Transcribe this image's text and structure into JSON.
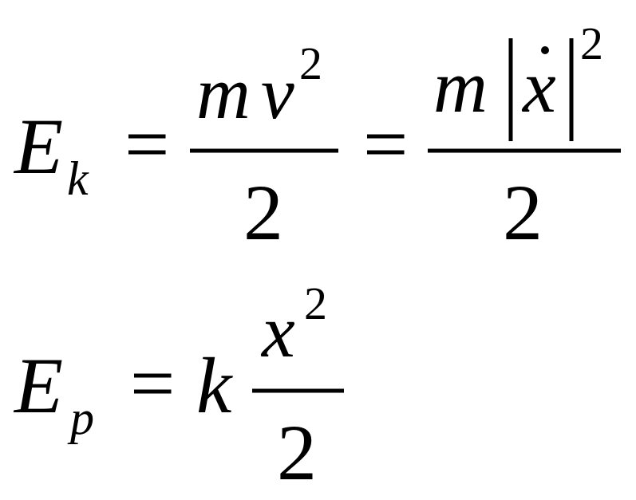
{
  "equations": {
    "kinetic": {
      "lhs_symbol": "E",
      "lhs_subscript": "k",
      "equals": "=",
      "term1": {
        "numerator_mass": "m",
        "numerator_velocity": "v",
        "numerator_exponent": "2",
        "denominator": "2"
      },
      "equals2": "=",
      "term2": {
        "numerator_mass": "m",
        "numerator_variable": "x",
        "numerator_exponent": "2",
        "denominator": "2"
      }
    },
    "potential": {
      "lhs_symbol": "E",
      "lhs_subscript": "p",
      "equals": "=",
      "coefficient": "k",
      "numerator_variable": "x",
      "numerator_exponent": "2",
      "denominator": "2"
    }
  },
  "colors": {
    "ink": "#000000",
    "background": "#ffffff"
  }
}
